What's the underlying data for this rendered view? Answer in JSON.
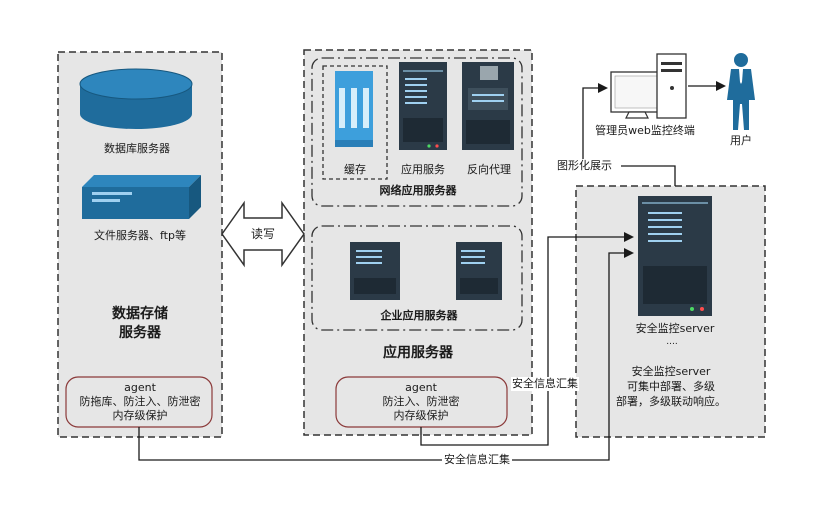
{
  "storage": {
    "db_label": "数据库服务器",
    "file_label": "文件服务器、ftp等",
    "title_line1": "数据存储",
    "title_line2": "服务器",
    "agent_line1": "agent",
    "agent_line2": "防拖库、防注入、防泄密",
    "agent_line3": "内存级保护"
  },
  "rw_label": "读写",
  "app": {
    "cache_label": "缓存",
    "app_service_label": "应用服务",
    "reverse_proxy_label": "反向代理",
    "web_group_label": "网络应用服务器",
    "enterprise_group_label": "企业应用服务器",
    "title": "应用服务器",
    "agent_line1": "agent",
    "agent_line2": "防注入、防泄密",
    "agent_line3": "内存级保护"
  },
  "monitor": {
    "terminal_label": "管理员web监控终端",
    "user_label": "用户",
    "graphic_label": "图形化展示",
    "server_label": "安全监控server",
    "ellipsis": "....",
    "desc_line1": "安全监控server",
    "desc_line2": "可集中部署、多级",
    "desc_line3": "部署，多级联动响应。"
  },
  "flows": {
    "info_collect_right": "安全信息汇集",
    "info_collect_bottom": "安全信息汇集"
  },
  "colors": {
    "panel_bg": "#e6e6e6",
    "dark_blue": "#1f6c9c",
    "server_dark": "#2b3a47",
    "accent_blue": "#4aa3df"
  }
}
